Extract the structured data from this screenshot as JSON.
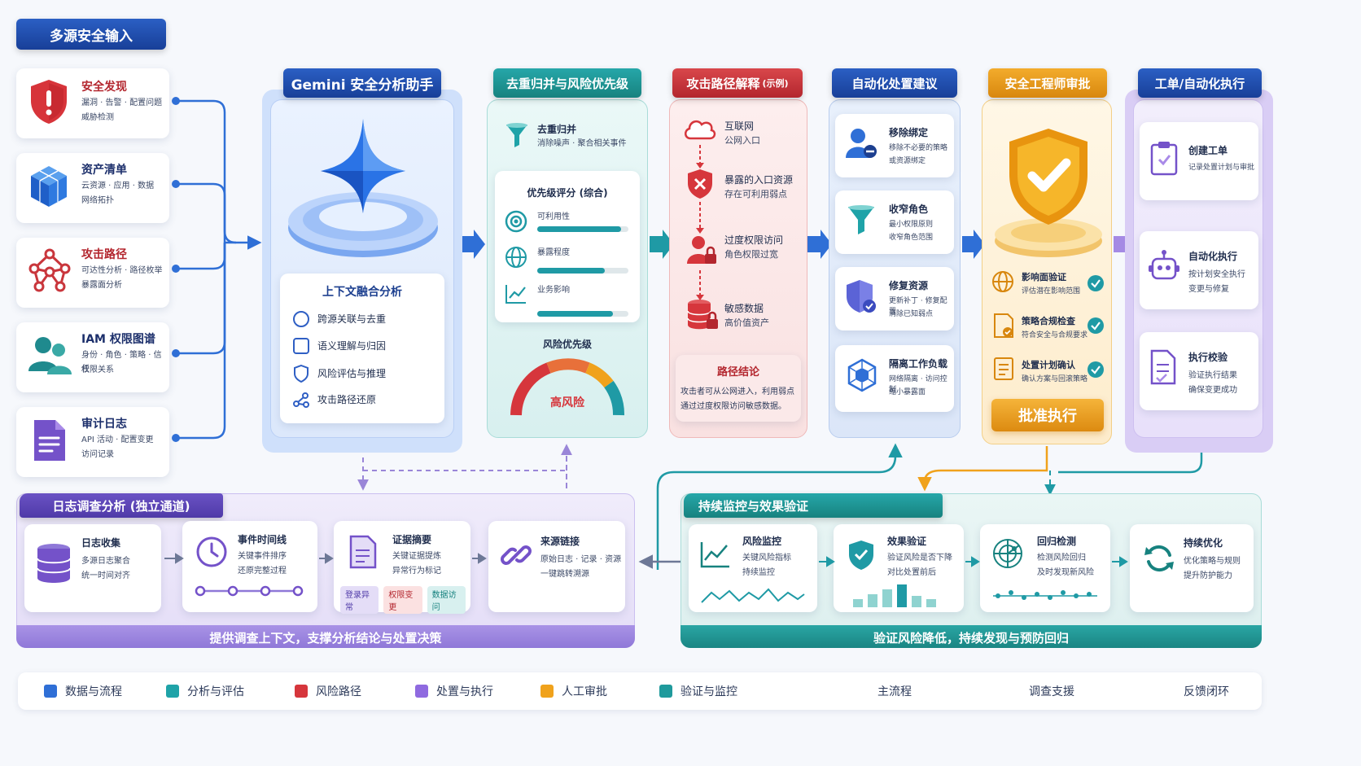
{
  "inputs": {
    "header": "多源安全输入",
    "items": [
      {
        "title": "安全发现",
        "lines": [
          "漏洞 · 告警 · 配置问题",
          "威胁检测"
        ]
      },
      {
        "title": "资产清单",
        "lines": [
          "云资源 · 应用 · 数据",
          "网络拓扑"
        ]
      },
      {
        "title": "攻击路径",
        "lines": [
          "可达性分析 · 路径枚举",
          "暴露面分析"
        ]
      },
      {
        "title": "IAM 权限图谱",
        "lines": [
          "身份 · 角色 · 策略 · 信任",
          "权限关系"
        ]
      },
      {
        "title": "审计日志",
        "lines": [
          "API 活动 · 配置变更",
          "访问记录"
        ]
      }
    ]
  },
  "gemini": {
    "header": "Gemini 安全分析助手",
    "context_title": "上下文融合分析",
    "items": [
      "跨源关联与去重",
      "语义理解与归因",
      "风险评估与推理",
      "攻击路径还原"
    ]
  },
  "dedup": {
    "header": "去重归并与风险优先级",
    "top_title": "去重归并",
    "top_sub": "消除噪声 · 聚合相关事件",
    "score_title": "优先级评分 (综合)",
    "bars": [
      {
        "label": "可利用性",
        "value": 0.92
      },
      {
        "label": "暴露程度",
        "value": 0.74
      },
      {
        "label": "业务影响",
        "value": 0.83
      }
    ],
    "gauge_title": "风险优先级",
    "gauge_label": "高风险"
  },
  "attack": {
    "header": "攻击路径解释",
    "header_suffix": "(示例)",
    "steps": [
      {
        "title": "互联网",
        "sub": "公网入口"
      },
      {
        "title": "暴露的入口资源",
        "sub": "存在可利用弱点"
      },
      {
        "title": "过度权限访问",
        "sub": "角色权限过宽"
      },
      {
        "title": "敏感数据",
        "sub": "高价值资产"
      }
    ],
    "conclusion_title": "路径结论",
    "conclusion_lines": [
      "攻击者可从公网进入，利用弱点",
      "通过过度权限访问敏感数据。"
    ]
  },
  "remediation": {
    "header": "自动化处置建议",
    "items": [
      {
        "title": "移除绑定",
        "lines": [
          "移除不必要的策略",
          "或资源绑定"
        ]
      },
      {
        "title": "收窄角色",
        "lines": [
          "最小权限原则",
          "收窄角色范围"
        ]
      },
      {
        "title": "修复资源",
        "lines": [
          "更新补丁 · 修复配置",
          "消除已知弱点"
        ]
      },
      {
        "title": "隔离工作负载",
        "lines": [
          "网络隔离 · 访问控制",
          "缩小暴露面"
        ]
      }
    ]
  },
  "approval": {
    "header": "安全工程师审批",
    "items": [
      {
        "title": "影响面验证",
        "sub": "评估潜在影响范围"
      },
      {
        "title": "策略合规检查",
        "sub": "符合安全与合规要求"
      },
      {
        "title": "处置计划确认",
        "sub": "确认方案与回滚策略"
      }
    ],
    "button": "批准执行"
  },
  "execution": {
    "header": "工单/自动化执行",
    "items": [
      {
        "title": "创建工单",
        "lines": [
          "记录处置计划与审批"
        ]
      },
      {
        "title": "自动化执行",
        "lines": [
          "按计划安全执行",
          "变更与修复"
        ]
      },
      {
        "title": "执行校验",
        "lines": [
          "验证执行结果",
          "确保变更成功"
        ]
      }
    ]
  },
  "log_analysis": {
    "header": "日志调查分析 (独立通道)",
    "items": [
      {
        "title": "日志收集",
        "lines": [
          "多源日志聚合",
          "统一时间对齐"
        ]
      },
      {
        "title": "事件时间线",
        "lines": [
          "关键事件排序",
          "还原完整过程"
        ]
      },
      {
        "title": "证据摘要",
        "lines": [
          "关键证据提炼",
          "异常行为标记"
        ]
      },
      {
        "title": "来源链接",
        "lines": [
          "原始日志 · 记录 · 资源",
          "一键跳转溯源"
        ]
      }
    ],
    "tags": [
      "登录异常",
      "权限变更",
      "数据访问"
    ],
    "footer": "提供调查上下文，支撑分析结论与处置决策"
  },
  "monitoring": {
    "header": "持续监控与效果验证",
    "items": [
      {
        "title": "风险监控",
        "lines": [
          "关键风险指标",
          "持续监控"
        ]
      },
      {
        "title": "效果验证",
        "lines": [
          "验证风险是否下降",
          "对比处置前后"
        ]
      },
      {
        "title": "回归检测",
        "lines": [
          "检测风险回归",
          "及时发现新风险"
        ]
      },
      {
        "title": "持续优化",
        "lines": [
          "优化策略与规则",
          "提升防护能力"
        ]
      }
    ],
    "footer": "验证风险降低，持续发现与预防回归"
  },
  "legend": {
    "items": [
      {
        "label": "数据与流程",
        "color": "#2f6fd6"
      },
      {
        "label": "分析与评估",
        "color": "#1fa3a8"
      },
      {
        "label": "风险路径",
        "color": "#d6363c"
      },
      {
        "label": "处置与执行",
        "color": "#8f6ae0"
      },
      {
        "label": "人工审批",
        "color": "#f0a21c"
      },
      {
        "label": "验证与监控",
        "color": "#1f9a9c"
      }
    ],
    "lines": [
      {
        "label": "主流程"
      },
      {
        "label": "调查支援"
      },
      {
        "label": "反馈闭环"
      }
    ]
  }
}
